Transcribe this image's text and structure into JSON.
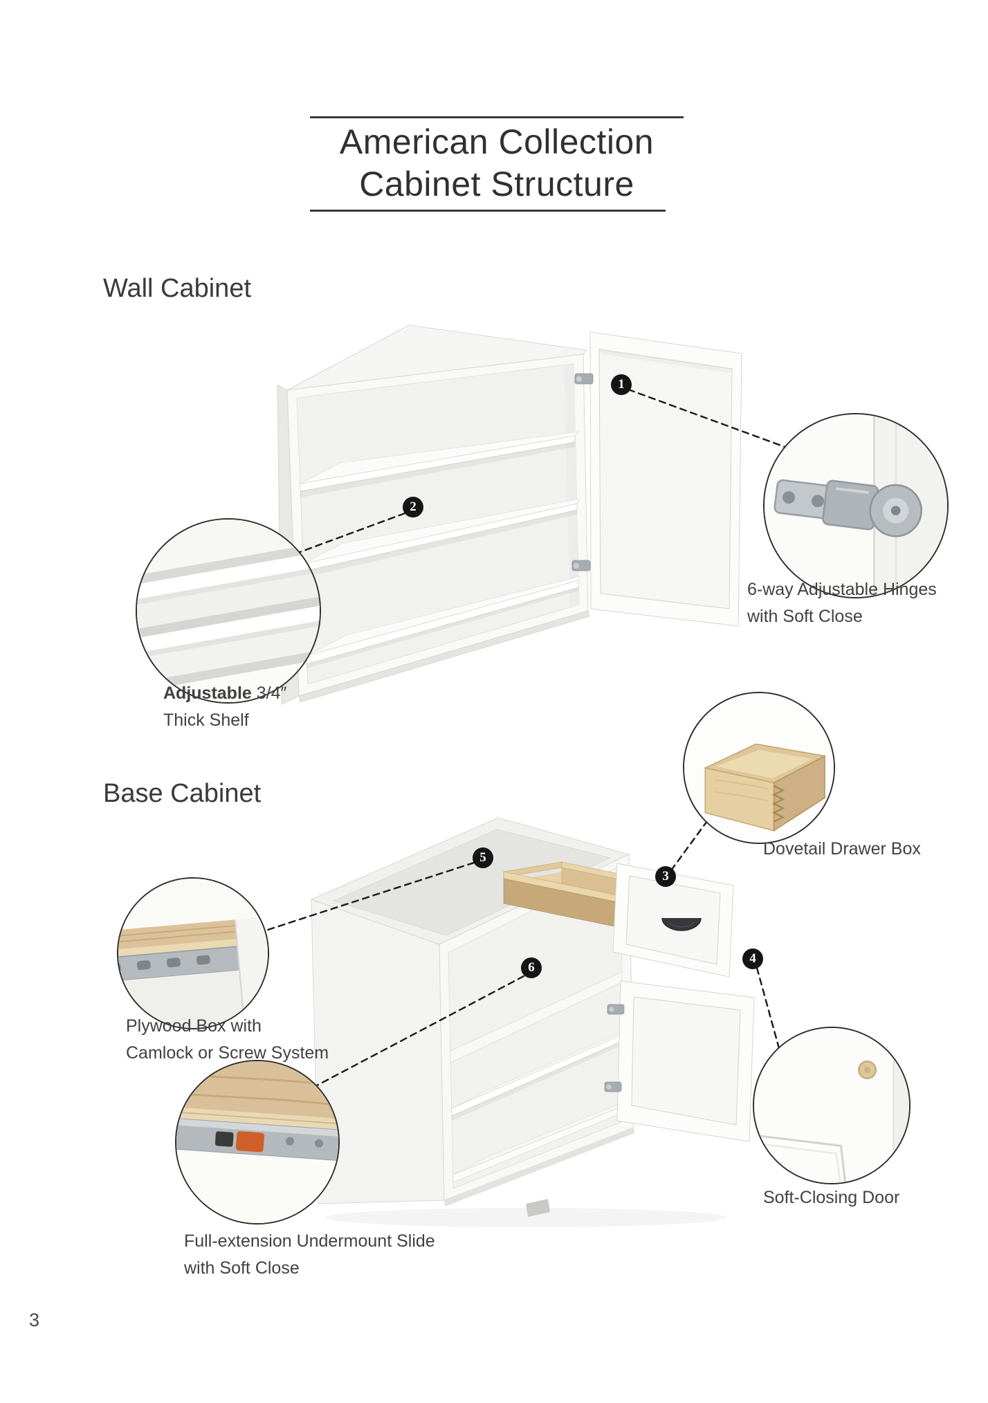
{
  "header": {
    "title_line1": "American Collection",
    "title_line2": "Cabinet Structure"
  },
  "wall_section": {
    "heading": "Wall Cabinet",
    "hinge_caption_line1": "6-way Adjustable Hinges",
    "hinge_caption_line2": "with Soft Close",
    "shelf_caption_bold": "Adjustable",
    "shelf_caption_rest": " 3/4″",
    "shelf_caption_line2": "Thick Shelf"
  },
  "base_section": {
    "heading": "Base Cabinet",
    "drawer_caption": "Dovetail Drawer Box",
    "plywood_caption_line1": "Plywood Box with",
    "plywood_caption_line2": "Camlock or Screw System",
    "slide_caption_line1": "Full-extension Undermount Slide",
    "slide_caption_line2": "with Soft Close",
    "door_caption": "Soft-Closing Door"
  },
  "callouts": {
    "hinge": "1",
    "shelf": "2",
    "drawer_box": "3",
    "door": "4",
    "plywood_box": "5",
    "slide": "6"
  },
  "footer": {
    "page_number": "3"
  },
  "colors": {
    "text": "#3f3f3f",
    "callout_badge": "#151515",
    "leader_line": "#1f1f1f",
    "wood": "#d9c099",
    "accent_orange": "#cf5f2a"
  }
}
